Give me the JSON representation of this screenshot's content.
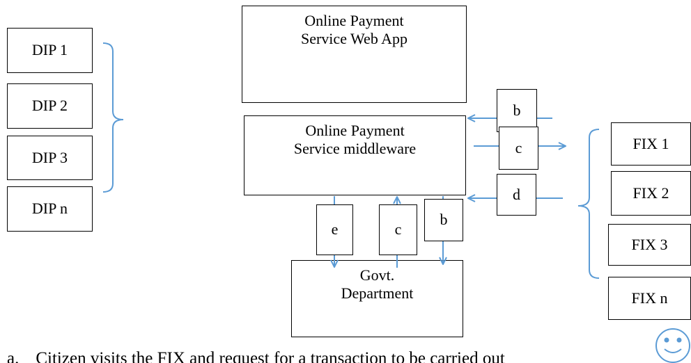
{
  "diagram": {
    "dip_boxes": [
      "DIP 1",
      "DIP 2",
      "DIP 3",
      "DIP n"
    ],
    "web_app_label": "Online Payment\nService Web App",
    "middleware_label": "Online Payment\nService middleware",
    "govt_label": "Govt.\nDepartment",
    "fix_boxes": [
      "FIX 1",
      "FIX 2",
      "FIX 3",
      "FIX n"
    ],
    "flow_labels": {
      "b_top": "b",
      "c_mid": "c",
      "d_mid": "d",
      "e_bottom": "e",
      "c_bottom": "c",
      "b_bottom": "b"
    },
    "colors": {
      "arrow": "#5b9bd5",
      "smiley": "#5b9bd5",
      "border": "#000000"
    }
  },
  "caption": {
    "marker": "a.",
    "text": "Citizen visits the FIX and request for a transaction to be carried out"
  },
  "icons": [
    "smiley-icon"
  ]
}
